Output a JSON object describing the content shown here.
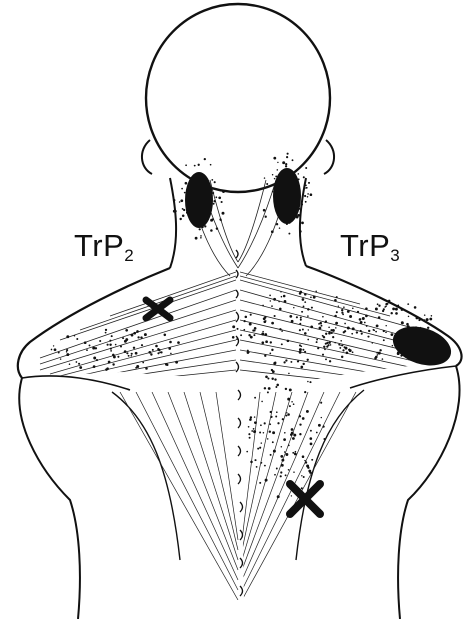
{
  "labels": {
    "left": {
      "main": "TrP",
      "sub": "2"
    },
    "right": {
      "main": "TrP",
      "sub": "3"
    }
  },
  "colors": {
    "ink": "#111111",
    "paper": "#ffffff"
  },
  "markers": [
    {
      "name": "left-trigger-point-cross",
      "shape": "cross"
    },
    {
      "name": "right-trigger-point-cross",
      "shape": "cross"
    }
  ],
  "referral_zones": [
    "left-occipital-zone",
    "right-occipital-zone",
    "right-acromion-zone"
  ]
}
